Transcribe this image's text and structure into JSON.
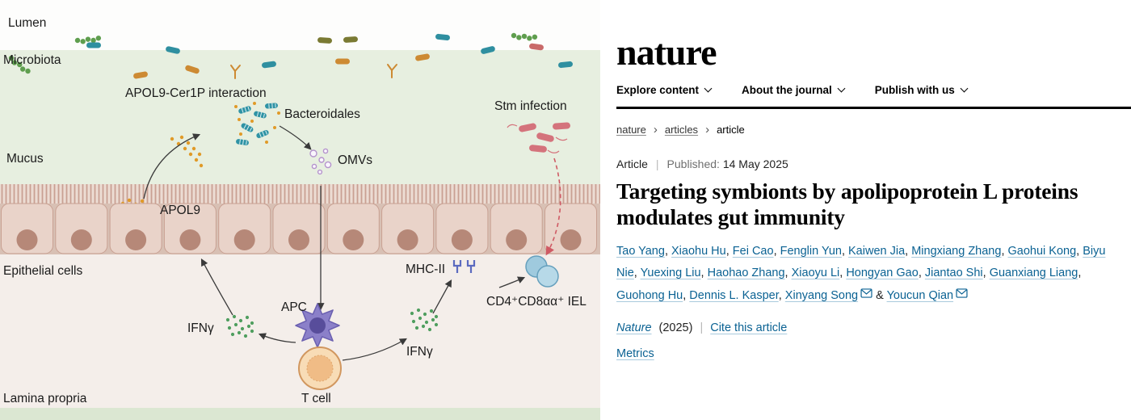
{
  "colors": {
    "link": "#0b6293",
    "figure_green_band": "#e7efe0",
    "figure_teal": "#2f93a5",
    "figure_orange": "#e09a28",
    "figure_red": "#d4737c",
    "figure_purple": "#8b80c9",
    "figure_green_dots": "#4f9e5f"
  },
  "figure": {
    "labels": {
      "lumen": "Lumen",
      "microbiota": "Microbiota",
      "apol9_cer1p": "APOL9-Cer1P interaction",
      "bacteroidales": "Bacteroidales",
      "stm_infection": "Stm infection",
      "mucus": "Mucus",
      "omvs": "OMVs",
      "apol9": "APOL9",
      "epithelial_cells": "Epithelial cells",
      "mhc_ii": "MHC-II",
      "iel": "CD4⁺CD8αα⁺ IEL",
      "apc": "APC",
      "ifng_left": "IFNγ",
      "ifng_right": "IFNγ",
      "t_cell": "T cell",
      "lamina_propria": "Lamina propria"
    }
  },
  "article": {
    "brand": "nature",
    "nav": [
      {
        "label": "Explore content"
      },
      {
        "label": "About the journal"
      },
      {
        "label": "Publish with us"
      }
    ],
    "breadcrumb": [
      {
        "label": "nature"
      },
      {
        "label": "articles"
      },
      {
        "label": "article"
      }
    ],
    "sep_chevron": "›",
    "sep_pipe": "|",
    "type_label": "Article",
    "published_label": "Published:",
    "published_date": "14 May 2025",
    "title": "Targeting symbionts by apolipoprotein L proteins modulates gut immunity",
    "authors": [
      "Tao Yang",
      "Xiaohu Hu",
      "Fei Cao",
      "Fenglin Yun",
      "Kaiwen Jia",
      "Mingxiang Zhang",
      "Gaohui Kong",
      "Biyu Nie",
      "Yuexing Liu",
      "Haohao Zhang",
      "Xiaoyu Li",
      "Hongyan Gao",
      "Jiantao Shi",
      "Guanxiang Liang",
      "Guohong Hu",
      "Dennis L. Kasper",
      "Xinyang Song",
      "Youcun Qian"
    ],
    "email_authors": [
      "Xinyang Song",
      "Youcun Qian"
    ],
    "author_join_last": " & ",
    "journal_ref": {
      "journal": "Nature",
      "year": "(2025)",
      "cite": "Cite this article"
    },
    "metrics_label": "Metrics"
  }
}
